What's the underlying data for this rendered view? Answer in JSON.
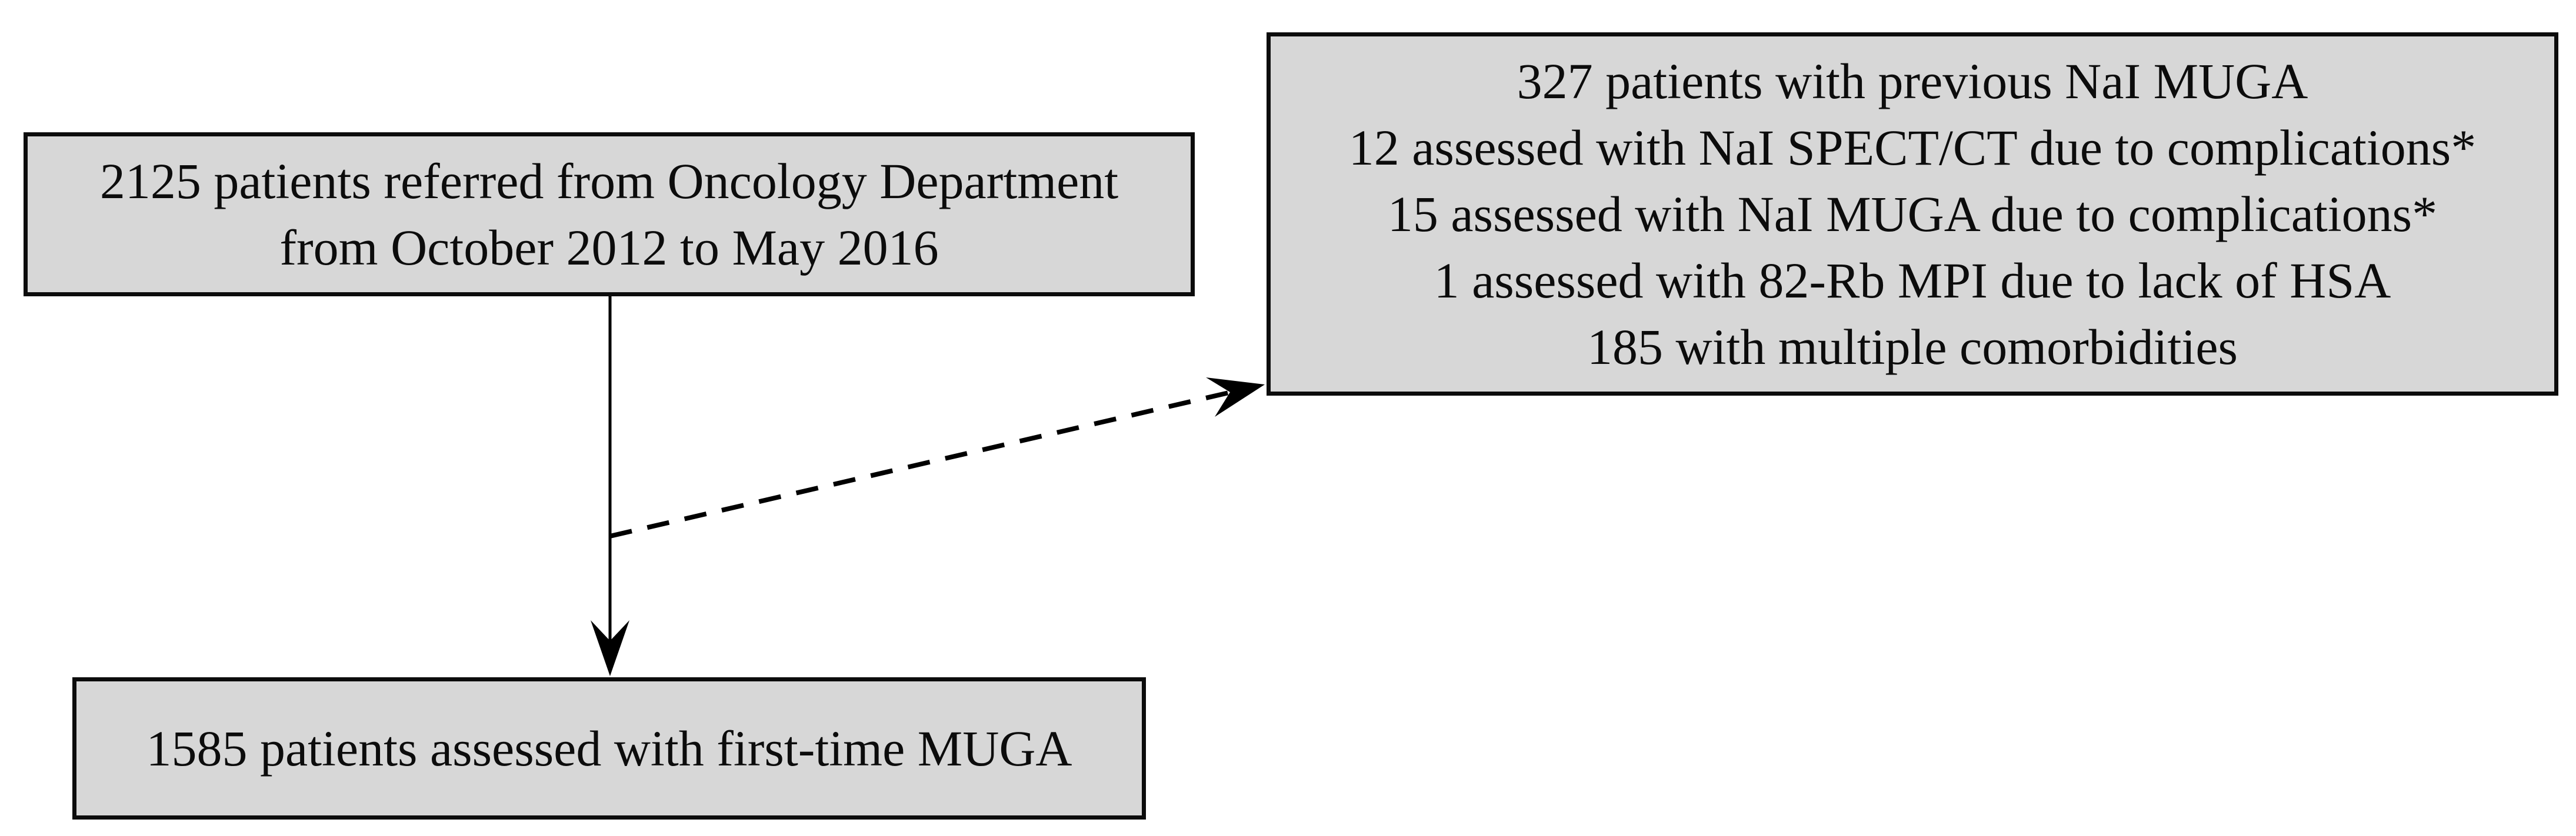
{
  "nodes": {
    "referred": {
      "id": "referred-patients",
      "lines": [
        "2125 patients referred from Oncology Department",
        "from October 2012 to May 2016"
      ]
    },
    "excluded": {
      "id": "excluded-patients",
      "lines": [
        "327 patients with previous NaI MUGA",
        "12 assessed with NaI SPECT/CT due to complications*",
        "15 assessed with NaI MUGA due to complications*",
        "1 assessed with 82-Rb MPI due to lack of HSA",
        "185 with multiple comorbidities"
      ]
    },
    "assessed": {
      "id": "first-time-muga",
      "lines": [
        "1585 patients assessed with first-time MUGA"
      ]
    }
  },
  "edges": [
    {
      "from": "referred-patients",
      "to": "first-time-muga",
      "style": "solid"
    },
    {
      "from": "referred-patients",
      "to": "excluded-patients",
      "style": "dashed"
    }
  ],
  "colors": {
    "node_fill": "#d7d7d7",
    "node_border": "#0c0c0c",
    "text": "#0c0c0c",
    "connector": "#000000",
    "background": "#ffffff"
  }
}
